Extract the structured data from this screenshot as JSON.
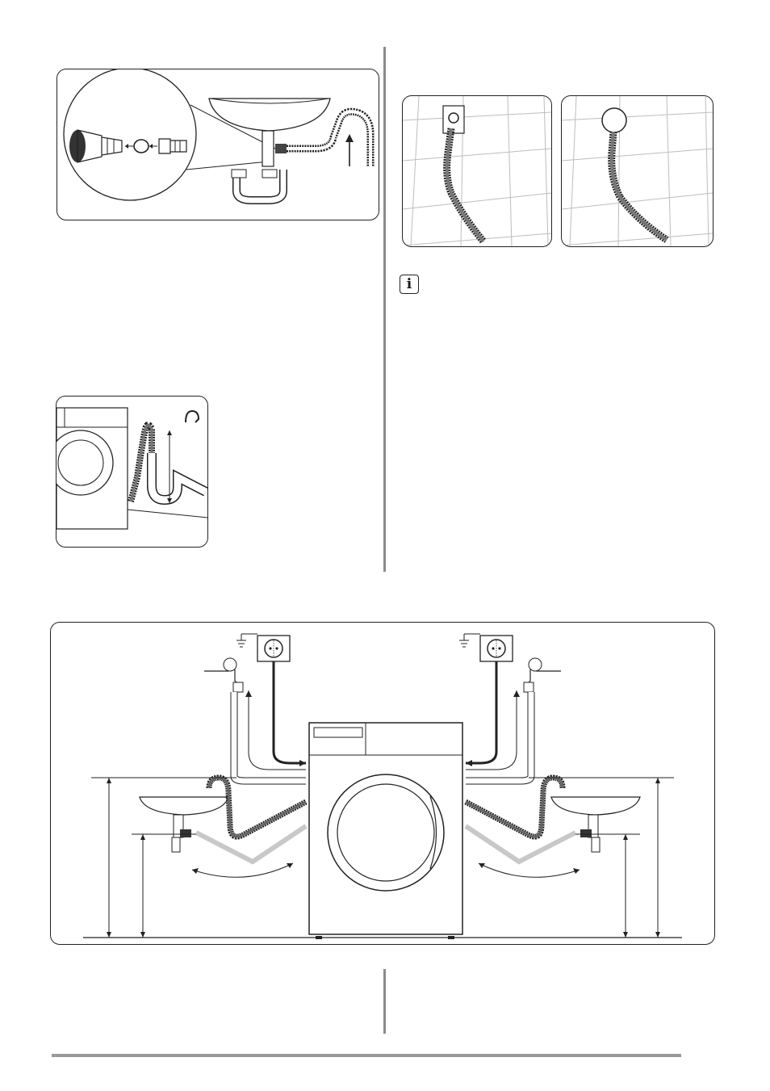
{
  "figures": [
    {
      "id": "sink-connection",
      "description_icon": "sink-drain-hose-icon"
    },
    {
      "id": "wall-pipe-mount-a",
      "description_icon": "hose-wall-clip-icon"
    },
    {
      "id": "wall-pipe-mount-b",
      "description_icon": "hose-ring-guide-icon"
    },
    {
      "id": "standpipe-height",
      "description_icon": "standpipe-hose-icon"
    },
    {
      "id": "installation-overview",
      "description_icon": "washing-machine-connections-icon"
    }
  ],
  "info_icon": {
    "glyph": "i",
    "name": "info-icon"
  },
  "colors": {
    "stroke": "#222222",
    "hose_dark": "#4a4a4a",
    "hose_light": "#c8c8c8",
    "rule": "#8a8a8a",
    "grid": "#bdbdbd"
  }
}
